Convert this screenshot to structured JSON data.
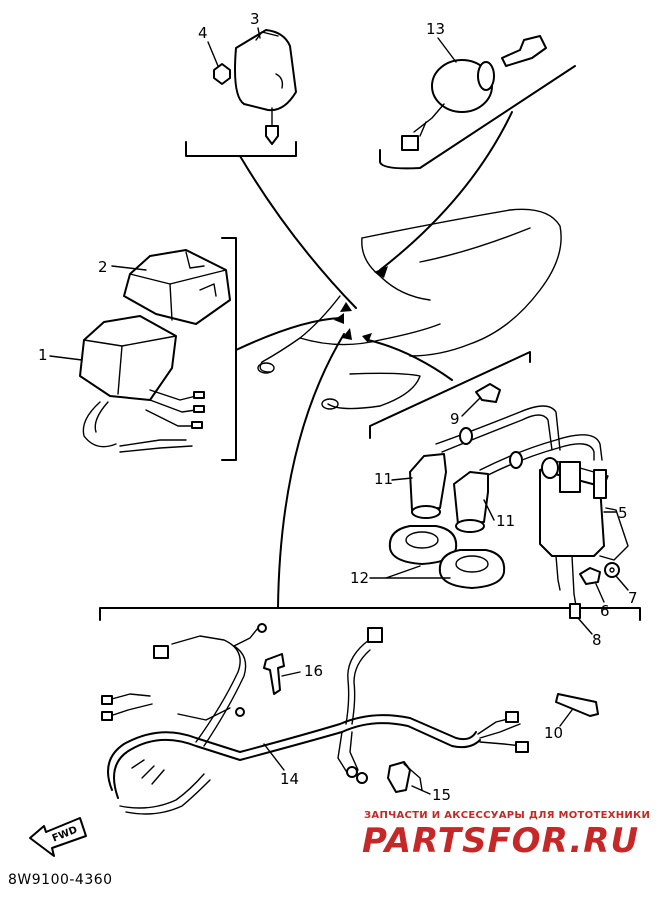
{
  "diagram": {
    "part_numbers": {
      "p1": "1",
      "p2": "2",
      "p3": "3",
      "p4": "4",
      "p5": "5",
      "p6": "6",
      "p7": "7",
      "p8": "8",
      "p9": "9",
      "p10": "10",
      "p11a": "11",
      "p11b": "11",
      "p12": "12",
      "p13": "13",
      "p14": "14",
      "p15": "15",
      "p16": "16"
    },
    "fwd_label": "FWD",
    "drawing_code": "8W9100-4360"
  },
  "watermark": {
    "tagline": "ЗАПЧАСТИ И АКСЕССУАРЫ ДЛЯ МОТОТЕХНИКИ",
    "logo_text": "PARTSFOR.RU",
    "colors": {
      "brand": "#c62828"
    }
  }
}
